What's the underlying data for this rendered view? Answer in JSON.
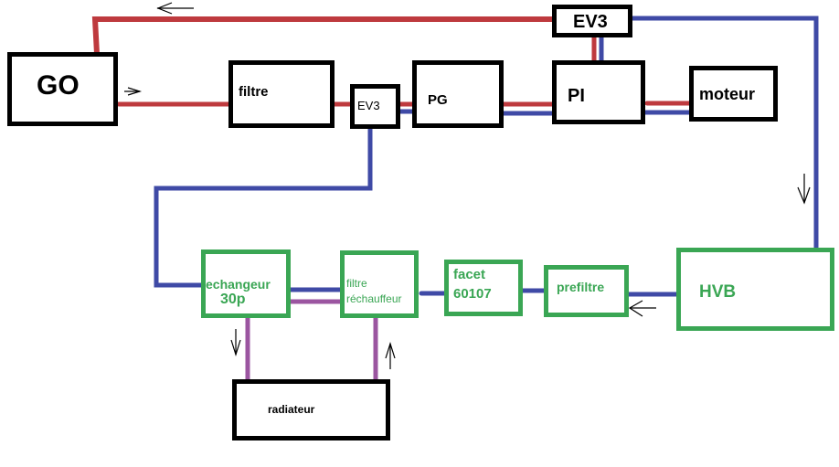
{
  "colors": {
    "fuel_line": "#be3a3e",
    "return_line": "#3f4aa6",
    "coolant_line": "#9b55a0",
    "engine_box": "#000000",
    "filtration_box": "#3aa654"
  },
  "nodes": {
    "go": "GO",
    "filtre": "filtre",
    "ev3_small": "EV3",
    "pg": "PG",
    "pi": "PI",
    "moteur": "moteur",
    "ev3_top": "EV3",
    "echangeur_line1": "echangeur",
    "echangeur_line2": "30p",
    "filtre_rech_line1": "filtre",
    "filtre_rech_line2": "réchauffeur",
    "facet_line1": "facet",
    "facet_line2": "60107",
    "prefiltre": "prefiltre",
    "hvb": "HVB",
    "radiateur": "radiateur"
  },
  "connections": [
    {
      "from": "GO",
      "to": "filtre",
      "line": "fuel"
    },
    {
      "from": "filtre",
      "to": "EV3 (small)",
      "line": "fuel"
    },
    {
      "from": "EV3 (small)",
      "to": "PG",
      "line": "fuel+return"
    },
    {
      "from": "PG",
      "to": "PI",
      "line": "fuel+return"
    },
    {
      "from": "PI",
      "to": "moteur",
      "line": "fuel+return"
    },
    {
      "from": "PI",
      "to": "EV3 (top)",
      "line": "fuel+return"
    },
    {
      "from": "EV3 (top)",
      "to": "GO",
      "line": "fuel"
    },
    {
      "from": "EV3 (top)",
      "to": "HVB",
      "line": "return"
    },
    {
      "from": "HVB",
      "to": "prefiltre",
      "line": "return"
    },
    {
      "from": "prefiltre",
      "to": "facet 60107",
      "line": "return"
    },
    {
      "from": "facet 60107",
      "to": "filtre réchauffeur",
      "line": "return"
    },
    {
      "from": "filtre réchauffeur",
      "to": "echangeur 30p",
      "line": "return+coolant"
    },
    {
      "from": "echangeur 30p",
      "to": "EV3 (small)",
      "line": "return"
    },
    {
      "from": "echangeur 30p",
      "to": "radiateur",
      "line": "coolant"
    },
    {
      "from": "radiateur",
      "to": "filtre réchauffeur",
      "line": "coolant"
    }
  ],
  "arrows": [
    {
      "name": "arrow-top-left",
      "direction": "left"
    },
    {
      "name": "arrow-go-right",
      "direction": "right"
    },
    {
      "name": "arrow-hvb-down",
      "direction": "down"
    },
    {
      "name": "arrow-prefiltre-left",
      "direction": "left"
    },
    {
      "name": "arrow-radiator-down",
      "direction": "down"
    },
    {
      "name": "arrow-radiator-up",
      "direction": "up"
    }
  ]
}
